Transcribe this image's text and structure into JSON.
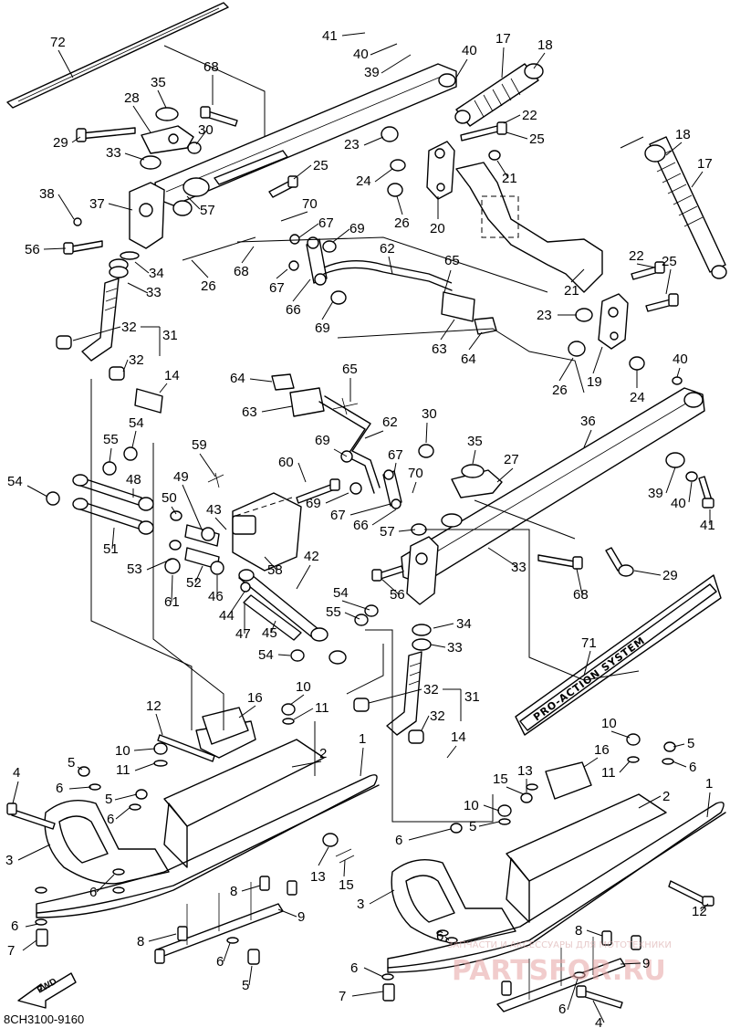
{
  "diagram_code": "8CH3100-9160",
  "fwd_label": "FWD",
  "decal_text": "PRO-ACTION SYSTEM",
  "watermark": {
    "site": "PARTSFOR.RU",
    "tagline": "ЗАПЧАСТИ И АКСЕССУАРЫ ДЛЯ МОТОТЕХНИКИ"
  },
  "callouts": [
    {
      "id": "c1",
      "text": "72"
    },
    {
      "id": "c2",
      "text": "41"
    },
    {
      "id": "c3",
      "text": "40"
    },
    {
      "id": "c4",
      "text": "39"
    },
    {
      "id": "c5",
      "text": "40"
    },
    {
      "id": "c6",
      "text": "17"
    },
    {
      "id": "c7",
      "text": "18"
    },
    {
      "id": "c8",
      "text": "35"
    },
    {
      "id": "c9",
      "text": "68"
    },
    {
      "id": "c10",
      "text": "28"
    },
    {
      "id": "c11",
      "text": "29"
    },
    {
      "id": "c12",
      "text": "30"
    },
    {
      "id": "c13",
      "text": "33"
    },
    {
      "id": "c14",
      "text": "22"
    },
    {
      "id": "c15",
      "text": "23"
    },
    {
      "id": "c16",
      "text": "25"
    },
    {
      "id": "c17",
      "text": "25"
    },
    {
      "id": "c18",
      "text": "21"
    },
    {
      "id": "c19",
      "text": "24"
    },
    {
      "id": "c20",
      "text": "26"
    },
    {
      "id": "c21",
      "text": "20"
    },
    {
      "id": "c22",
      "text": "38"
    },
    {
      "id": "c23",
      "text": "37"
    },
    {
      "id": "c24",
      "text": "57"
    },
    {
      "id": "c25",
      "text": "70"
    },
    {
      "id": "c26",
      "text": "67"
    },
    {
      "id": "c27",
      "text": "69"
    },
    {
      "id": "c28",
      "text": "56"
    },
    {
      "id": "c29",
      "text": "68"
    },
    {
      "id": "c30",
      "text": "34"
    },
    {
      "id": "c31",
      "text": "26"
    },
    {
      "id": "c32",
      "text": "62"
    },
    {
      "id": "c33",
      "text": "65"
    },
    {
      "id": "c34",
      "text": "67"
    },
    {
      "id": "c35",
      "text": "66"
    },
    {
      "id": "c36",
      "text": "33"
    },
    {
      "id": "c37",
      "text": "69"
    },
    {
      "id": "c38",
      "text": "63"
    },
    {
      "id": "c39",
      "text": "64"
    },
    {
      "id": "c40",
      "text": "32"
    },
    {
      "id": "c41",
      "text": "31"
    },
    {
      "id": "c42",
      "text": "32"
    },
    {
      "id": "c43",
      "text": "18"
    },
    {
      "id": "c44",
      "text": "17"
    },
    {
      "id": "c45",
      "text": "22"
    },
    {
      "id": "c46",
      "text": "25"
    },
    {
      "id": "c47",
      "text": "21"
    },
    {
      "id": "c48",
      "text": "23"
    },
    {
      "id": "c49",
      "text": "26"
    },
    {
      "id": "c50",
      "text": "19"
    },
    {
      "id": "c51",
      "text": "24"
    },
    {
      "id": "c52",
      "text": "40"
    },
    {
      "id": "c53",
      "text": "14"
    },
    {
      "id": "c54",
      "text": "64"
    },
    {
      "id": "c55",
      "text": "65"
    },
    {
      "id": "c56",
      "text": "63"
    },
    {
      "id": "c57",
      "text": "62"
    },
    {
      "id": "c58",
      "text": "36"
    },
    {
      "id": "c59",
      "text": "55"
    },
    {
      "id": "c60",
      "text": "54"
    },
    {
      "id": "c61",
      "text": "54"
    },
    {
      "id": "c62",
      "text": "48"
    },
    {
      "id": "c63",
      "text": "59"
    },
    {
      "id": "c64",
      "text": "60"
    },
    {
      "id": "c65",
      "text": "69"
    },
    {
      "id": "c66",
      "text": "30"
    },
    {
      "id": "c67",
      "text": "35"
    },
    {
      "id": "c68",
      "text": "27"
    },
    {
      "id": "c69",
      "text": "67"
    },
    {
      "id": "c70",
      "text": "70"
    },
    {
      "id": "c71",
      "text": "49"
    },
    {
      "id": "c72",
      "text": "50"
    },
    {
      "id": "c73",
      "text": "43"
    },
    {
      "id": "c74",
      "text": "69"
    },
    {
      "id": "c75",
      "text": "67"
    },
    {
      "id": "c76",
      "text": "66"
    },
    {
      "id": "c77",
      "text": "39"
    },
    {
      "id": "c78",
      "text": "40"
    },
    {
      "id": "c79",
      "text": "41"
    },
    {
      "id": "c80",
      "text": "51"
    },
    {
      "id": "c81",
      "text": "57"
    },
    {
      "id": "c82",
      "text": "53"
    },
    {
      "id": "c83",
      "text": "52"
    },
    {
      "id": "c84",
      "text": "46"
    },
    {
      "id": "c85",
      "text": "61"
    },
    {
      "id": "c86",
      "text": "58"
    },
    {
      "id": "c87",
      "text": "42"
    },
    {
      "id": "c88",
      "text": "33"
    },
    {
      "id": "c89",
      "text": "29"
    },
    {
      "id": "c90",
      "text": "56"
    },
    {
      "id": "c91",
      "text": "68"
    },
    {
      "id": "c92",
      "text": "44"
    },
    {
      "id": "c93",
      "text": "54"
    },
    {
      "id": "c94",
      "text": "55"
    },
    {
      "id": "c95",
      "text": "47"
    },
    {
      "id": "c96",
      "text": "45"
    },
    {
      "id": "c97",
      "text": "34"
    },
    {
      "id": "c98",
      "text": "54"
    },
    {
      "id": "c99",
      "text": "33"
    },
    {
      "id": "c100",
      "text": "71"
    },
    {
      "id": "c101",
      "text": "32"
    },
    {
      "id": "c102",
      "text": "31"
    },
    {
      "id": "c103",
      "text": "32"
    },
    {
      "id": "c104",
      "text": "10"
    },
    {
      "id": "c105",
      "text": "11"
    },
    {
      "id": "c106",
      "text": "12"
    },
    {
      "id": "c107",
      "text": "16"
    },
    {
      "id": "c108",
      "text": "1"
    },
    {
      "id": "c109",
      "text": "2"
    },
    {
      "id": "c110",
      "text": "10"
    },
    {
      "id": "c111",
      "text": "11"
    },
    {
      "id": "c112",
      "text": "5"
    },
    {
      "id": "c113",
      "text": "6"
    },
    {
      "id": "c114",
      "text": "4"
    },
    {
      "id": "c115",
      "text": "5"
    },
    {
      "id": "c116",
      "text": "6"
    },
    {
      "id": "c117",
      "text": "3"
    },
    {
      "id": "c118",
      "text": "6"
    },
    {
      "id": "c119",
      "text": "13"
    },
    {
      "id": "c120",
      "text": "15"
    },
    {
      "id": "c121",
      "text": "8"
    },
    {
      "id": "c122",
      "text": "9"
    },
    {
      "id": "c123",
      "text": "6"
    },
    {
      "id": "c124",
      "text": "7"
    },
    {
      "id": "c125",
      "text": "8"
    },
    {
      "id": "c126",
      "text": "6"
    },
    {
      "id": "c127",
      "text": "5"
    },
    {
      "id": "c128",
      "text": "14"
    },
    {
      "id": "c129",
      "text": "10"
    },
    {
      "id": "c130",
      "text": "5"
    },
    {
      "id": "c131",
      "text": "11"
    },
    {
      "id": "c132",
      "text": "6"
    },
    {
      "id": "c133",
      "text": "16"
    },
    {
      "id": "c134",
      "text": "13"
    },
    {
      "id": "c135",
      "text": "15"
    },
    {
      "id": "c136",
      "text": "1"
    },
    {
      "id": "c137",
      "text": "10"
    },
    {
      "id": "c138",
      "text": "5"
    },
    {
      "id": "c139",
      "text": "2"
    },
    {
      "id": "c140",
      "text": "6"
    },
    {
      "id": "c141",
      "text": "3"
    },
    {
      "id": "c142",
      "text": "12"
    },
    {
      "id": "c143",
      "text": "6"
    },
    {
      "id": "c144",
      "text": "8"
    },
    {
      "id": "c145",
      "text": "9"
    },
    {
      "id": "c146",
      "text": "6"
    },
    {
      "id": "c147",
      "text": "7"
    },
    {
      "id": "c148",
      "text": "6"
    },
    {
      "id": "c149",
      "text": "4"
    }
  ]
}
